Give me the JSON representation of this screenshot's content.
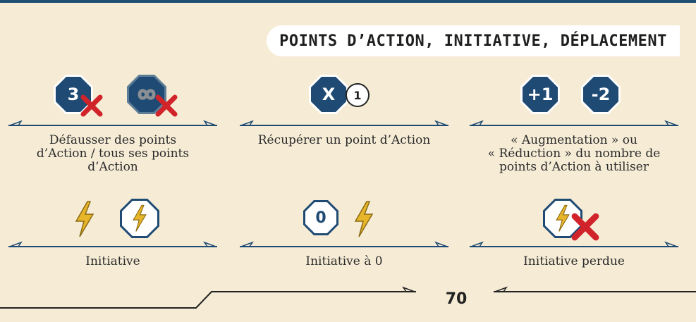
{
  "header": {
    "section_title": "POINTS D’ACTION, INITIATIVE, DÉPLACEMENT"
  },
  "rows": [
    {
      "cells": [
        {
          "icons": [
            "octagon-3-icon",
            "red-x-icon",
            "octagon-infinity-icon",
            "red-x-icon"
          ],
          "icon_text": [
            "3"
          ],
          "caption_lines": [
            "Défausser des points",
            "d’Action / tous ses points",
            "d’Action"
          ]
        },
        {
          "icons": [
            "octagon-x-icon",
            "recover-1-icon"
          ],
          "icon_text": [
            "X",
            "1"
          ],
          "caption_lines": [
            "Récupérer un point d’Action"
          ]
        },
        {
          "icons": [
            "octagon-plus1-icon",
            "octagon-minus2-icon"
          ],
          "icon_text": [
            "+1",
            "-2"
          ],
          "caption_lines": [
            "« Augmentation » ou",
            "« Réduction » du nombre de",
            "points d’Action à utiliser"
          ]
        }
      ]
    },
    {
      "cells": [
        {
          "icons": [
            "lightning-icon",
            "octagon-lightning-icon"
          ],
          "caption_lines": [
            "Initiative"
          ]
        },
        {
          "icons": [
            "octagon-zero-icon",
            "lightning-icon"
          ],
          "icon_text": [
            "0"
          ],
          "caption_lines": [
            "Initiative à 0"
          ]
        },
        {
          "icons": [
            "octagon-lightning-icon",
            "red-x-icon"
          ],
          "caption_lines": [
            "Initiative perdue"
          ]
        }
      ]
    }
  ],
  "footer": {
    "page_number": "70"
  },
  "colors": {
    "background": "#f6ecd6",
    "navy": "#1e4a73",
    "red": "#d1242a",
    "lightning": "#e6b52a"
  }
}
